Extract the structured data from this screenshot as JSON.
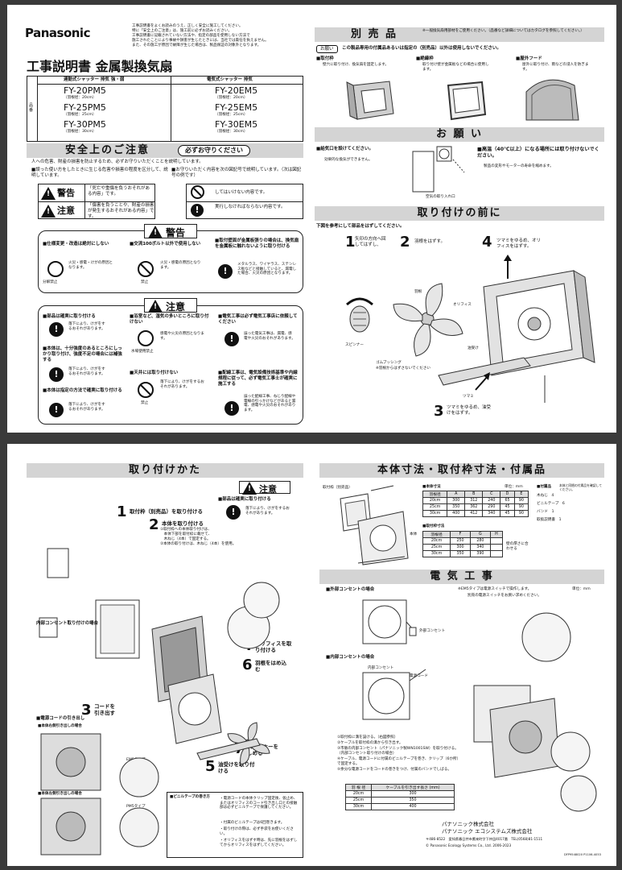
{
  "brand": "Panasonic",
  "doc_title": "工事説明書 金属製換気扇",
  "intro_note": [
    "工事説明書をよくお読みのうえ、正しく安全に施工してください。",
    "特に「安全上のご注意」は、施工前に必ずお読みください。",
    "工事説明書に記載されていない方法や、指定の部品を使用しない方法で",
    "施工されたことにより事故や損害が生じたときには、当社では責任を負えません。",
    "また、その施工が原因で故障が生じた場合は、製品保証の対象外となります。"
  ],
  "products": {
    "side_label": "品番",
    "col1_head": "連動式シャッター 排気 強・弱",
    "col2_head": "電気式シャッター 排気",
    "col1": [
      {
        "model": "FY-20PM5",
        "size": "（羽根径：20cm）"
      },
      {
        "model": "FY-25PM5",
        "size": "（羽根径：25cm）"
      },
      {
        "model": "FY-30PM5",
        "size": "（羽根径：30cm）"
      }
    ],
    "col2": [
      {
        "model": "FY-20EM5",
        "size": "（羽根径：20cm）"
      },
      {
        "model": "FY-25EM5",
        "size": "（羽根径：25cm）"
      },
      {
        "model": "FY-30EM5",
        "size": "（羽根径：30cm）"
      }
    ]
  },
  "safety": {
    "title": "安全上のご注意",
    "tag": "必ずお守りください",
    "lead": "人への危害、財産の損害を防止するため、必ずお守りいただくことを説明しています。",
    "b1": "■誤った使い方をしたときに生じる危害や損害の程度を区分して、説明しています。",
    "b2": "■お守りいただく内容を次の図記号で説明しています。（次は図記号の例です）",
    "warn_label": "警告",
    "warn_text": "「死亡や重傷を負うおそれがある内容」です。",
    "caution_label": "注意",
    "caution_text": "「傷害を負うことや、財産の損害が発生するおそれがある内容」です。",
    "sym_no": "してはいけない内容です。",
    "sym_do": "実行しなければならない内容です。"
  },
  "warning_box": {
    "title": "警告",
    "items": [
      {
        "head": "■仕様変更・改造は絶対にしない",
        "body": "火災・感電・けがの原因となります。",
        "icon": "分解禁止"
      },
      {
        "head": "■交流100ボルト以外で使用しない",
        "body": "火災・感電の原因となります。",
        "icon": "禁止"
      },
      {
        "head": "■取付壁面が金属板張りの場合は、換気扇を金属板に触れないように取り付ける",
        "body": "メタルラス、ワイヤラス、ステンレス板などと接触していると、漏電した場合、火災の原因となります。",
        "icon": ""
      }
    ]
  },
  "caution_box": {
    "title": "注意",
    "items": [
      {
        "head": "■部品は確実に取り付ける",
        "body": "落下により、けがをするおそれがあります。"
      },
      {
        "head": "■本体は、十分強度のあるところにしっかり取り付け、強度不足の場合には補強する",
        "body": "落下により、けがをするおそれがあります。"
      },
      {
        "head": "■本体は指定の方法で確実に取り付ける",
        "body": "落下により、けがをするおそれがあります。"
      },
      {
        "head": "■浴室など、湿気の多いところに取り付けない",
        "body": "感電や火災の原因となります。",
        "icon": "水場使用禁止"
      },
      {
        "head": "■天井には取り付けない",
        "body": "落下により、けがをするおそれがあります。",
        "icon": "禁止"
      },
      {
        "head": "■電気工事は必ず電気工事店に依頼してください",
        "body": "誤った電気工事は、漏電、感電や火災のおそれがあります。"
      },
      {
        "head": "■配線工事は、電気設備技術基準や内線規程に従って、必ず電気工事士が確実に施工する",
        "body": "誤った配線工事、ねじり配線や電線の引っかけなどがあると漏電、感電や火災のおそれがあります。"
      }
    ]
  },
  "accessories": {
    "title": "別 売 品",
    "title_note": "※一般換気扇用部材をご使用ください。（品番など詳細についてはカタログを参照してください。）",
    "request_tag": "お願い",
    "request_text": "この製品専用の付属品あるいは指定の（別売品）以外は使用しないでください。",
    "items": [
      {
        "name": "■取付枠",
        "desc": "壁穴に取り付け、換気扇を固定します。"
      },
      {
        "name": "■絶縁枠",
        "desc": "取り付け壁が金属板などの場合に使用します。"
      },
      {
        "name": "■屋外フード",
        "desc": "屋外に取り付け、雨などの浸入を防ぎます。"
      }
    ]
  },
  "request": {
    "title": "お 願 い",
    "r1": "■給気口を設けてください。",
    "r1_note": "効果的な換気ができません。",
    "r1_caption": "空気の取り入れ口",
    "r2": "■高温（40℃以上）になる場所には取り付けないでください。",
    "r2_note": "製品の変形やモーターの寿命を縮めます。"
  },
  "before_install": {
    "title": "取り付けの前に",
    "lead": "下図を参考にして部品をはずしてください。",
    "steps": [
      {
        "no": "1",
        "text": "矢印の方向へ回してはずし、"
      },
      {
        "no": "2",
        "text": "羽根をはずす。"
      },
      {
        "no": "3",
        "text": "ツマミをゆるめ、油受けをはずす。"
      },
      {
        "no": "4",
        "text": "ツマミをゆるめ、オリフィスをはずす。"
      }
    ],
    "labels": {
      "spinner": "スピンナー",
      "blade": "羽根",
      "orifice": "オリフィス",
      "grommet": "ゴムブッシング",
      "grommet_note": "※羽根からはずさないでください",
      "oil_pan": "油受け",
      "knob": "ツマミ"
    }
  },
  "howto": {
    "title": "取り付けかた",
    "caution_title": "注意",
    "caution_item": "■部品は確実に取り付ける",
    "caution_body": "落下により、けがをするおそれがあります。",
    "steps": [
      {
        "no": "1",
        "text": "取付枠（別売品）を取り付ける"
      },
      {
        "no": "2",
        "text": "本体を取り付ける"
      },
      {
        "no": "3",
        "text": "コードを引き出す"
      },
      {
        "no": "4",
        "text": "オリフィスを取り付ける"
      },
      {
        "no": "5",
        "text": "油受けを取り付ける"
      },
      {
        "no": "6",
        "text": "羽根をはめ込む"
      },
      {
        "no": "7",
        "text": "スピンナーをしめる"
      }
    ],
    "step2_notes": [
      "①取付枠への本体取り付けは、",
      "　本体下部を取付枠に載せて、",
      "　木ねじ（4本）で固定する。",
      "②本体の取り付けは、木ねじ（4本）を使用。"
    ],
    "internal_outlet": "内部コンセント取り付けの場合",
    "cord_out": "■電源コードの引き出し",
    "cord_right": "■本体右側引き出しの場合",
    "cord_left": "■本体左側引き出しの場合",
    "em5": "EM5タイプ",
    "pm5": "PM5タイプ",
    "tape_head": "■ビニルテープの巻き方",
    "notes": [
      "・電源コードの本体クリップ固定後、仮止め、またはオリフィスのコード引き出し口との接触部は必ずビニルテープで保護してください。",
      "・付属のビニルテープは6回巻きます。",
      "・取り付けの際は、必ず手袋をお使いください。",
      "・オリフィスをはずす時は、先に羽根をはずしてからオリフィスをはずしてください。"
    ]
  },
  "dimensions": {
    "title": "本体寸法・取付枠寸法・付属品",
    "frame_label": "取付枠（別売品）",
    "body_label": "本体",
    "unit": "単位：mm",
    "body_table": {
      "title": "■本体寸法",
      "headers": [
        "羽根径",
        "A",
        "B",
        "C",
        "D",
        "E"
      ],
      "rows": [
        [
          "20cm",
          "300",
          "312",
          "240",
          "65",
          "90"
        ],
        [
          "25cm",
          "350",
          "362",
          "290",
          "45",
          "90"
        ],
        [
          "30cm",
          "400",
          "412",
          "340",
          "45",
          "90"
        ]
      ]
    },
    "frame_table": {
      "title": "■取付枠寸法",
      "headers": [
        "羽根径",
        "F",
        "G",
        "H"
      ],
      "rows": [
        [
          "20cm",
          "250",
          "280",
          ""
        ],
        [
          "25cm",
          "300",
          "340",
          ""
        ],
        [
          "30cm",
          "350",
          "390",
          ""
        ]
      ],
      "note": "壁の厚さに合わせる"
    },
    "parts": {
      "title": "■付属品",
      "note": "本体と同梱の付属品を確認してください。",
      "items": [
        {
          "name": "木ねじ",
          "qty": "4"
        },
        {
          "name": "ビニルテープ",
          "qty": "6"
        },
        {
          "name": "バンド",
          "qty": "1"
        },
        {
          "name": "取扱説明書",
          "qty": "1"
        }
      ]
    }
  },
  "electrical": {
    "title": "電 気 工 事",
    "note1": "※EM5タイプは電源スイッチで操作します。",
    "note2": "別売の電源スイッチをお買い求めください。",
    "unit": "単位：mm",
    "external": "■外部コンセントの場合",
    "external_label": "外部コンセント",
    "internal": "■内部コンセントの場合",
    "internal_label": "内部コンセント",
    "cord_label": "電源コード",
    "cable_label": "ケーブル",
    "steps": [
      "①取付枠に溝を設ける。（右図参照）",
      "②ケーブルを取付枠の溝から引き出す。",
      "③市販の内部コンセント（パナソニック製WN1001SW）を取り付ける。（内部コンセント取り付けの場合）",
      "④ケーブル、電源コードに付属のビニルテープを巻き、クリップ（6か所）で固定する。",
      "⑤余分な電源コードをコードの巻きをつけ、付属のバンドでしばる。"
    ],
    "cord_table": {
      "headers": [
        "羽 根 径",
        "ケーブルを引き出す長さ (mm)"
      ],
      "rows": [
        [
          "20cm",
          "300"
        ],
        [
          "25cm",
          "350"
        ],
        [
          "30cm",
          "400"
        ]
      ]
    }
  },
  "company": {
    "name1": "パナソニック株式会社",
    "name2": "パナソニック エコシステムズ株式会社",
    "address": "〒486-8522　愛知県春日井市鷹来町字下仲田4017番　TEL(0568)81-1511",
    "copyright": "© Panasonic Ecology Systems Co., Ltd. 2006-2023",
    "code": "DFP9548020 P1106-4053"
  }
}
